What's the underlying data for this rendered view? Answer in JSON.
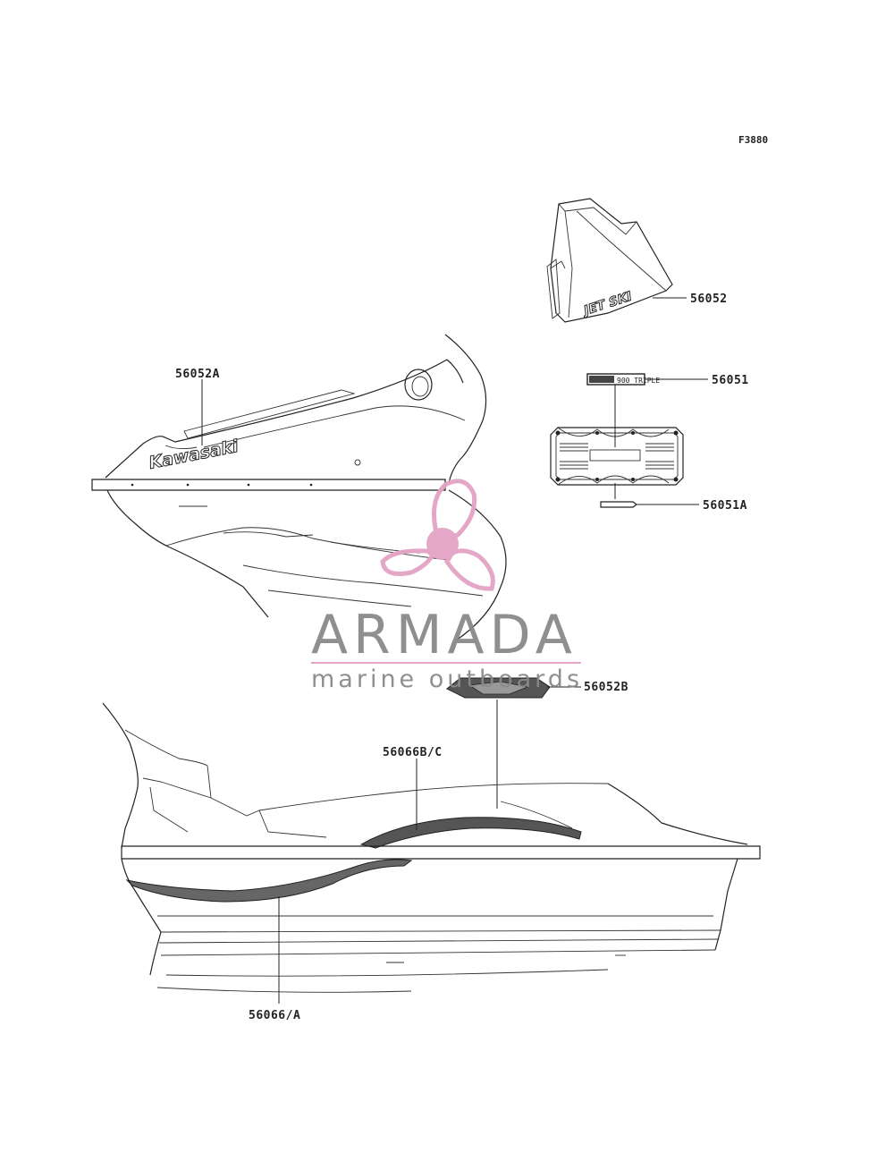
{
  "figure_code": "F3880",
  "callouts": {
    "jet_ski_decal": "56052",
    "kawasaki_decal": "56052A",
    "triple_emblem": "56051",
    "emblem_base": "56051A",
    "emblem_top": "56052B",
    "stripe_upper": "56066B/C",
    "stripe_lower": "56066/A"
  },
  "decals": {
    "kawasaki": "Kawasaki",
    "jetski": "JET SKI",
    "triple": "900 TRIPLE"
  },
  "watermark": {
    "brand": "ARMADA",
    "tagline": "marine outboards",
    "icon": "propeller-icon",
    "colors": {
      "icon": "#e3a3c6",
      "text": "#8a8a8a",
      "rule": "#e3a3c6"
    }
  }
}
